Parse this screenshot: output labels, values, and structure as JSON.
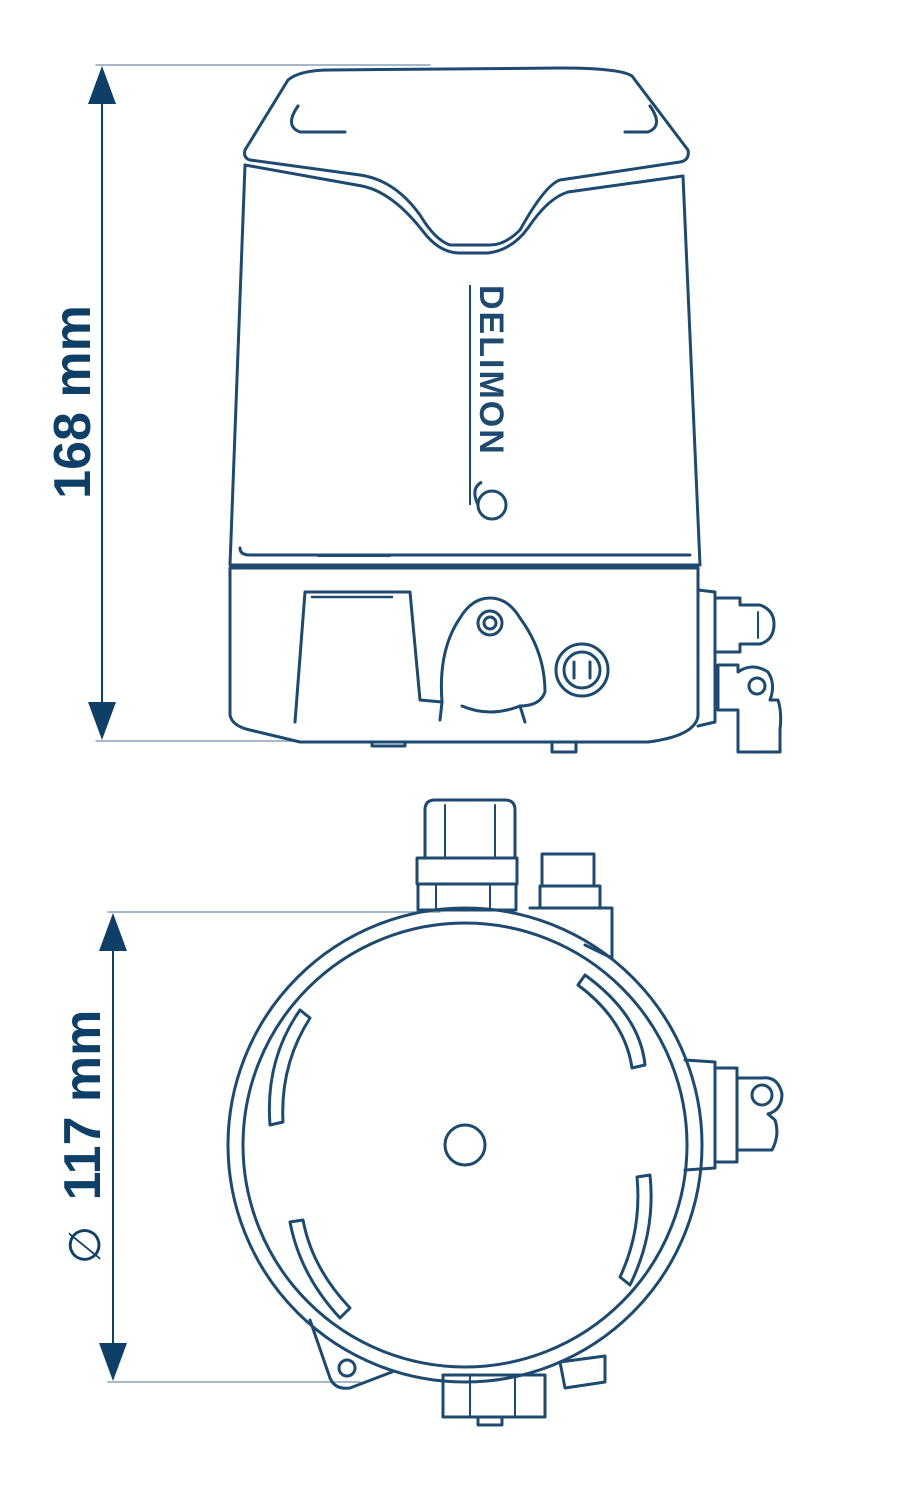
{
  "dimensions": {
    "height_label": "168 mm",
    "diameter_symbol": "∅",
    "diameter_label": "117 mm"
  },
  "brand": {
    "logo_text": "DELIMON"
  },
  "colors": {
    "line": "#1d4a6e",
    "dimension": "#0e3f66",
    "extension_line": "#8aa2b6",
    "background": "#ffffff"
  }
}
